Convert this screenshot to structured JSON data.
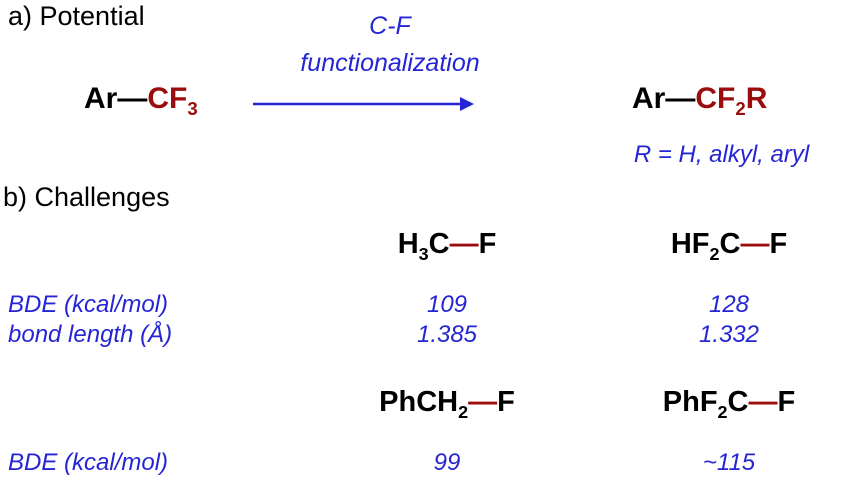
{
  "colors": {
    "red": "#9b0d0d",
    "blue": "#2525d5",
    "black": "#000000"
  },
  "a": {
    "title": "a) Potential",
    "reactant": {
      "ar": "Ar",
      "bond": "—",
      "group": "CF",
      "group_sub": "3"
    },
    "arrow_label_line1": "C-F",
    "arrow_label_line2": "functionalization",
    "product": {
      "ar": "Ar",
      "bond": "—",
      "group": "CF",
      "group_sub": "2",
      "group_r": "R"
    },
    "r_definition": "R = H, alkyl, aryl"
  },
  "b": {
    "title": "b) Challenges",
    "row_labels": {
      "bde": "BDE (kcal/mol)",
      "bond_length": "bond length (Å)",
      "bde2": "BDE (kcal/mol)"
    },
    "top": {
      "col1": {
        "pre": "H",
        "sub": "3",
        "post": "C",
        "bond": "—",
        "f": "F",
        "bde": "109",
        "bond_length": "1.385"
      },
      "col2": {
        "pre": "HF",
        "sub": "2",
        "post": "C",
        "bond": "—",
        "f": "F",
        "bde": "128",
        "bond_length": "1.332"
      }
    },
    "bottom": {
      "col1": {
        "pre": "PhCH",
        "sub": "2",
        "post": "",
        "bond": "—",
        "f": "F",
        "bde": "99"
      },
      "col2": {
        "pre": "PhF",
        "sub": "2",
        "post": "C",
        "bond": "—",
        "f": "F",
        "bde": "~115"
      }
    }
  }
}
